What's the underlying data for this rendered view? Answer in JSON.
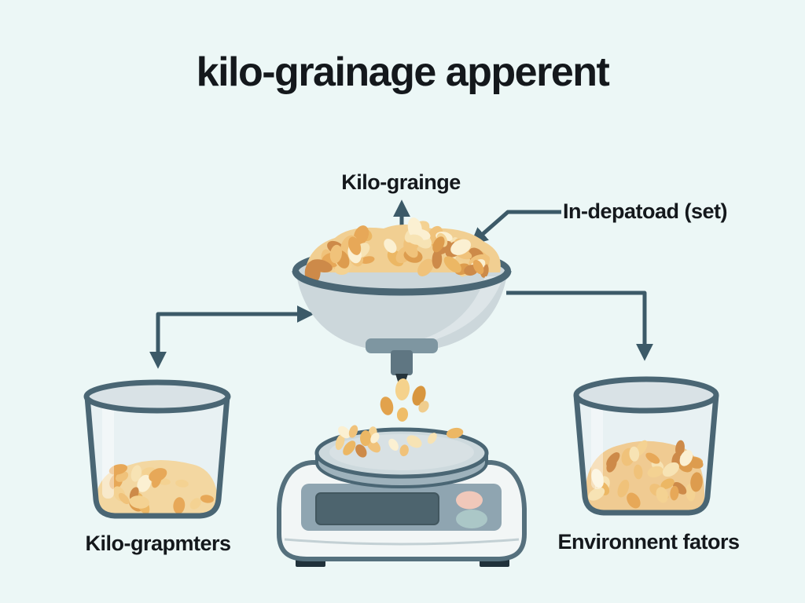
{
  "title": "kilo-grainage apperent",
  "diagram": {
    "funnel_label": "Kilo-grainge",
    "input_label": "In-depatoad (set)",
    "left_beaker_label": "Kilo-grapmters",
    "right_beaker_label": "Environnent fators"
  },
  "icons": {
    "funnel": "funnel-bowl-with-grains-icon",
    "scale": "digital-scale-icon",
    "left_beaker": "beaker-with-grains-icon",
    "right_beaker": "beaker-with-grains-icon",
    "arrows": [
      "up-arrow-icon",
      "input-callout-arrow-icon",
      "left-elbow-arrow-icon",
      "right-elbow-arrow-icon"
    ]
  },
  "colors": {
    "background": "#ecf7f6",
    "text": "#14181c",
    "arrow": "#3c5a68",
    "vessel_outline": "#4a6674",
    "bowl_body": "#ccd7db",
    "bowl_highlight": "#dfe7ea",
    "glass": "#e8f1f3",
    "grain_light": "#f7e3b4",
    "grain_mid": "#ecb764",
    "grain_dark": "#cd8a49",
    "scale_body": "#f2f6f6",
    "scale_panel": "#8fa5b1",
    "scale_display": "#4d646e",
    "button_pink": "#f0c8ba",
    "button_teal": "#abc7c7"
  }
}
